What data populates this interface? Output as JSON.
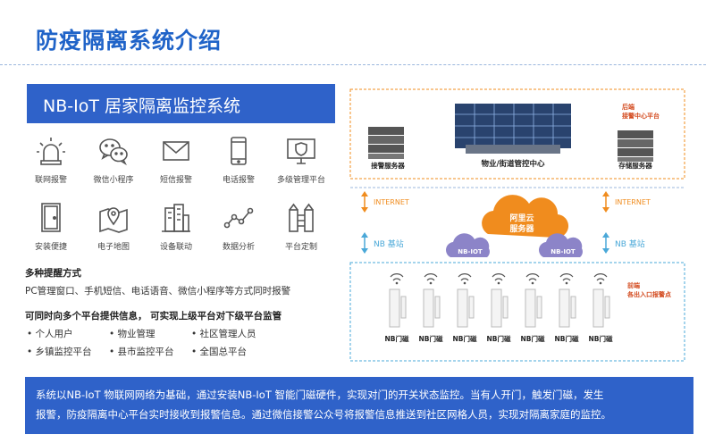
{
  "page": {
    "title": "防疫隔离系统介绍",
    "system_banner": "NB-IoT 居家隔离监控系统"
  },
  "features": [
    {
      "icon": "alarm-siren-icon",
      "label": "联网报警"
    },
    {
      "icon": "wechat-icon",
      "label": "微信小程序"
    },
    {
      "icon": "envelope-icon",
      "label": "短信报警"
    },
    {
      "icon": "phone-icon",
      "label": "电话报警"
    },
    {
      "icon": "monitor-shield-icon",
      "label": "多级管理平台"
    },
    {
      "icon": "door-icon",
      "label": "安装便捷"
    },
    {
      "icon": "map-pin-icon",
      "label": "电子地图"
    },
    {
      "icon": "buildings-icon",
      "label": "设备联动"
    },
    {
      "icon": "data-nodes-icon",
      "label": "数据分析"
    },
    {
      "icon": "platform-custom-icon",
      "label": "平台定制"
    }
  ],
  "alert_section": {
    "heading": "多种提醒方式",
    "text": "PC管理窗口、手机短信、电话语音、微信小程序等方式同时报警"
  },
  "platform_section": {
    "heading": "可同时向多个平台提供信息，  可实现上级平台对下级平台监管",
    "items": [
      [
        "个人用户",
        "物业管理",
        "社区管理人员"
      ],
      [
        "乡镇监控平台",
        "县市监控平台",
        "全国总平台"
      ]
    ]
  },
  "diagram": {
    "top_servers_left": "接警服务器",
    "control_center": "物业/街道管控中心",
    "top_servers_right": "存储服务器",
    "backend_label_1": "后端",
    "backend_label_2": "接警中心平台",
    "internet_left": "INTERNET",
    "internet_right": "INTERNET",
    "cloud_1": "阿里云",
    "cloud_2": "服务器",
    "nb_station_left": "NB 基站",
    "nb_station_right": "NB 基站",
    "nb_iot_left": "NB-IOT",
    "nb_iot_right": "NB-IOT",
    "front_label_1": "前端",
    "front_label_2": "各出入口报警点",
    "door_sensor_label": "NB门磁",
    "door_sensor_count": 7,
    "colors": {
      "orange": "#f08c1e",
      "blue": "#2f62c9",
      "cyan": "#4aa8d8",
      "purple": "#8c84c8"
    }
  },
  "footer": {
    "line1": "系统以NB-IoT 物联网网络为基础，通过安装NB-IoT 智能门磁硬件，实现对门的开关状态监控。当有人开门，触发门磁，发生",
    "line2": "报警，防疫隔离中心平台实时接收到报警信息。通过微信接警公众号将报警信息推送到社区网格人员，实现对隔离家庭的监控。"
  }
}
